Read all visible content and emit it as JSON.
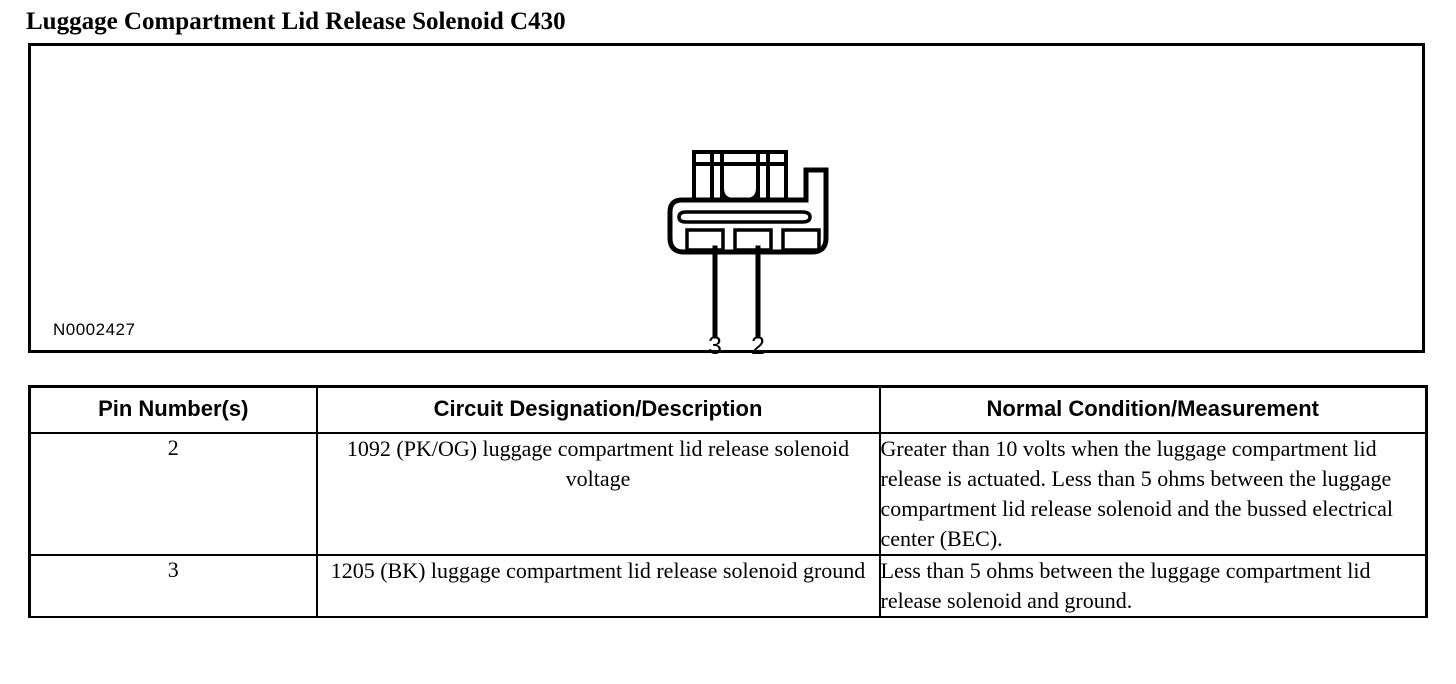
{
  "page": {
    "title": "Luggage Compartment Lid Release Solenoid C430"
  },
  "diagram": {
    "reference_id": "N0002427",
    "connector": {
      "cavity_count": 3,
      "wired_cavities": 2,
      "pin_callouts": [
        {
          "label": "3",
          "position": "left"
        },
        {
          "label": "2",
          "position": "right"
        }
      ]
    }
  },
  "table": {
    "headers": [
      "Pin Number(s)",
      "Circuit Designation/Description",
      "Normal Condition/Measurement"
    ],
    "rows": [
      {
        "pin": "2",
        "description": "1092 (PK/OG) luggage compartment lid release solenoid voltage",
        "measurement": "Greater than 10 volts when the luggage compartment lid release is actuated. Less than 5 ohms between the luggage compartment lid release solenoid and the bussed electrical center (BEC)."
      },
      {
        "pin": "3",
        "description": "1205 (BK) luggage compartment lid release solenoid ground",
        "measurement": "Less than 5 ohms between the luggage compartment lid release solenoid and ground."
      }
    ]
  },
  "colors": {
    "ink": "#000000",
    "paper": "#ffffff"
  }
}
